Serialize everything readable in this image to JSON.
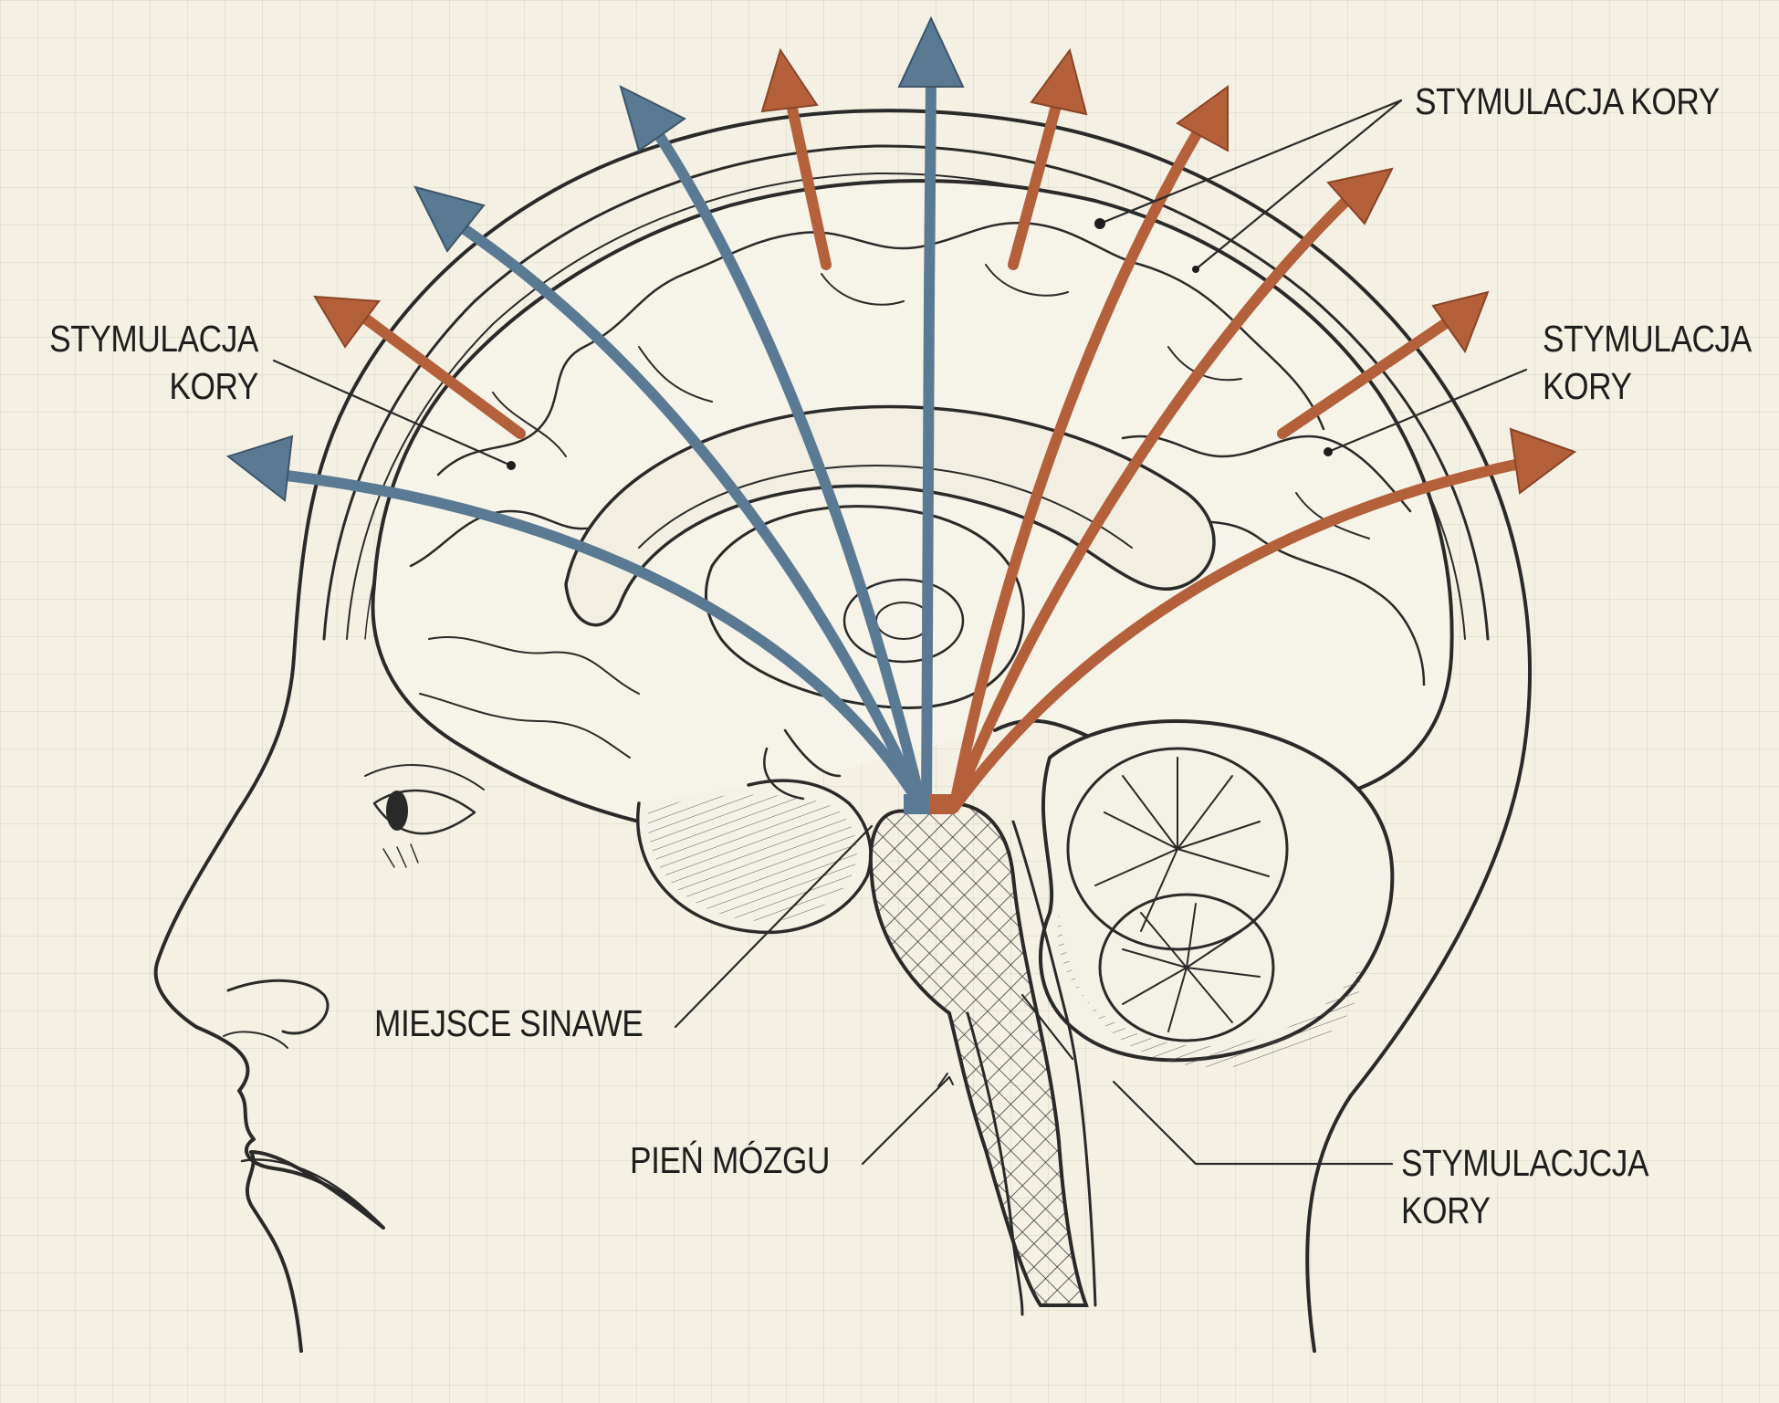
{
  "labels": {
    "top_right": "STYMULACJA KORY",
    "left_line1": "STYMULACJA",
    "left_line2": "KORY",
    "right_line1": "STYMULACJA",
    "right_line2": "KORY",
    "locus": "MIEJSCE SINAWE",
    "brainstem": "PIEŃ MÓZGU",
    "bottom_right_line1": "STYMULACJCJA",
    "bottom_right_line2": "KORY"
  },
  "colors": {
    "blue_arrow": "#5a7a93",
    "orange_arrow": "#b4603a",
    "ink": "#2a2a2a",
    "paper": "#f4f1e4"
  }
}
